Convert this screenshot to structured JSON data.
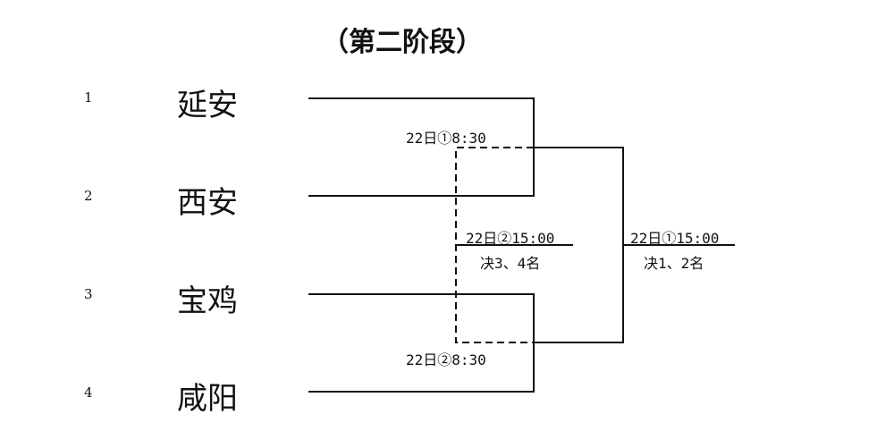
{
  "title": "（第二阶段）",
  "teams": [
    {
      "seed": "1",
      "name": "延安"
    },
    {
      "seed": "2",
      "name": "西安"
    },
    {
      "seed": "3",
      "name": "宝鸡"
    },
    {
      "seed": "4",
      "name": "咸阳"
    }
  ],
  "matches": {
    "semi1": {
      "time": "22日①8:30"
    },
    "semi2": {
      "time": "22日②8:30"
    },
    "third_place": {
      "time": "22日②15:00",
      "label": "决3、4名"
    },
    "final": {
      "time": "22日①15:00",
      "label": "决1、2名"
    }
  }
}
